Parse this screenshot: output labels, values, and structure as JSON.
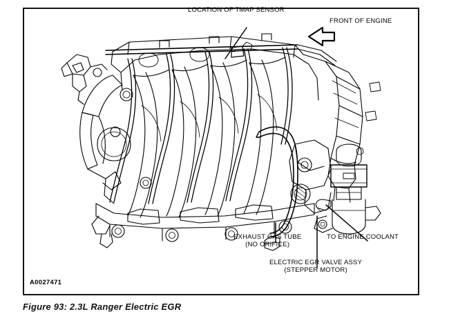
{
  "figure": {
    "caption": "Figure 93: 2.3L Ranger Electric EGR",
    "part_number": "A0027471",
    "subject": "2.3L Ranger intake manifold with electric EGR valve"
  },
  "callouts": {
    "tmap": "LOCATION OF TMAP SENSOR",
    "front_of_engine": "FRONT OF ENGINE",
    "exhaust_line1": "EXHAUST GAS TUBE",
    "exhaust_line2": "(NO ORIFICE)",
    "coolant": "TO ENGINE COOLANT",
    "egr_line1": "ELECTRIC EGR VALVE ASSY",
    "egr_line2": "(STEPPER MOTOR)"
  },
  "icons": {
    "direction_arrow": "arrow-left-outline-icon"
  },
  "colors": {
    "ink": "#000000",
    "frame": "#111111",
    "background": "#ffffff"
  }
}
